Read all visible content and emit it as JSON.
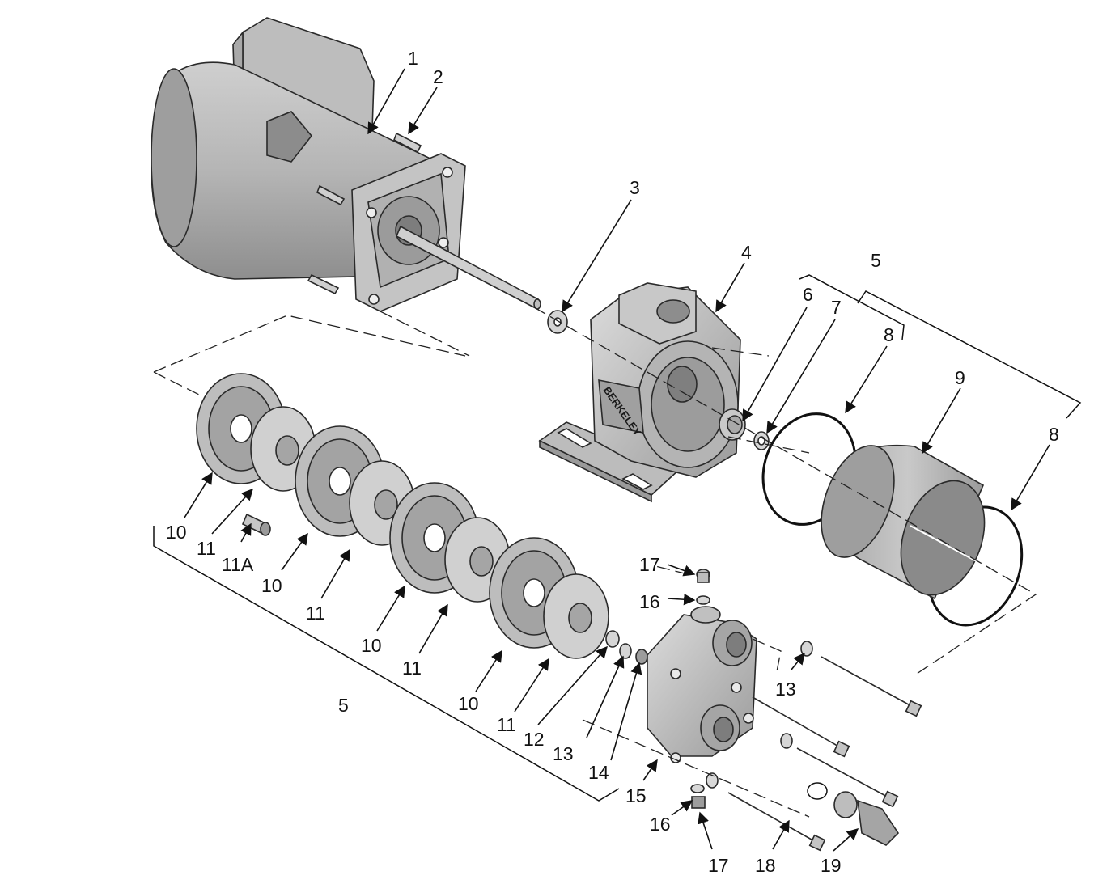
{
  "brand_label": "BERKELEY",
  "callouts": {
    "c1": "1",
    "c2": "2",
    "c3": "3",
    "c4": "4",
    "c5a": "5",
    "c5b": "5",
    "c6": "6",
    "c7": "7",
    "c8a": "8",
    "c8b": "8",
    "c9": "9",
    "c10a": "10",
    "c10b": "10",
    "c10c": "10",
    "c10d": "10",
    "c11a": "11",
    "c11b": "11",
    "c11c": "11",
    "c11d": "11",
    "c11A": "11A",
    "c12": "12",
    "c13a": "13",
    "c13b": "13",
    "c14": "14",
    "c15": "15",
    "c16a": "16",
    "c16b": "16",
    "c17a": "17",
    "c17b": "17",
    "c18": "18",
    "c19": "19"
  }
}
